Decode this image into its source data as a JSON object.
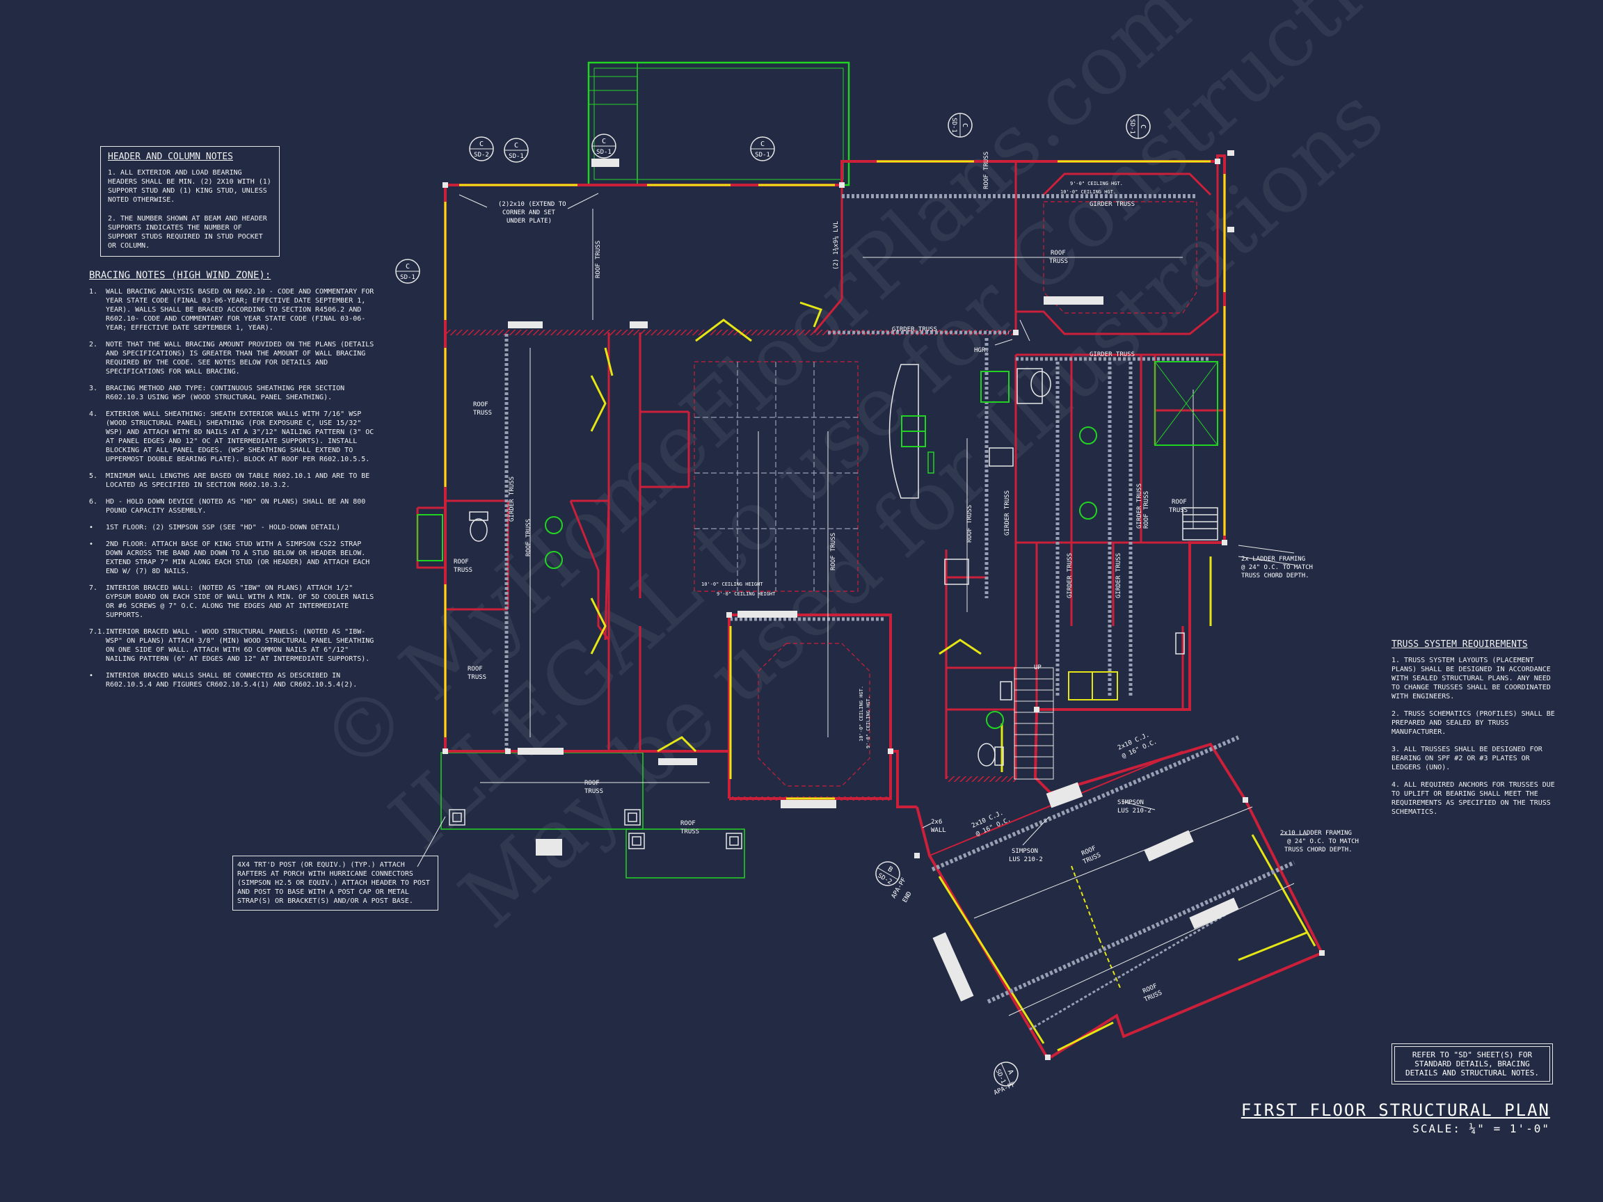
{
  "title": "FIRST FLOOR STRUCTURAL PLAN",
  "scale": "SCALE: ¼\" = 1'-0\"",
  "header_notes": {
    "heading": "HEADER AND COLUMN NOTES",
    "items": [
      "1. ALL EXTERIOR AND LOAD BEARING HEADERS SHALL BE MIN. (2) 2x10 WITH (1) SUPPORT STUD AND (1) KING STUD, UNLESS NOTED OTHERWISE.",
      "2. THE NUMBER SHOWN AT BEAM AND HEADER SUPPORTS INDICATES THE NUMBER OF SUPPORT STUDS REQUIRED IN STUD POCKET OR COLUMN."
    ]
  },
  "bracing_notes": {
    "heading": "BRACING NOTES (HIGH WIND ZONE):",
    "items": [
      {
        "n": "1.",
        "t": "WALL BRACING ANALYSIS BASED ON R602.10 - CODE AND COMMENTARY FOR YEAR STATE CODE (FINAL 03-06-YEAR; EFFECTIVE DATE SEPTEMBER 1, YEAR). WALLS SHALL BE BRACED ACCORDING TO SECTION R4506.2 AND R602.10- CODE AND COMMENTARY FOR YEAR STATE CODE (FINAL 03-06-YEAR; EFFECTIVE DATE SEPTEMBER 1, YEAR)."
      },
      {
        "n": "2.",
        "t": "NOTE THAT THE WALL BRACING AMOUNT PROVIDED ON THE PLANS (DETAILS AND SPECIFICATIONS) IS GREATER THAN THE AMOUNT OF WALL BRACING REQUIRED BY THE CODE. SEE NOTES BELOW FOR DETAILS AND SPECIFICATIONS FOR WALL BRACING."
      },
      {
        "n": "3.",
        "t": "BRACING METHOD AND TYPE: CONTINUOUS SHEATHING PER SECTION R602.10.3 USING WSP (WOOD STRUCTURAL PANEL SHEATHING)."
      },
      {
        "n": "4.",
        "t": "EXTERIOR WALL SHEATHING: SHEATH EXTERIOR WALLS WITH 7/16\" WSP (WOOD STRUCTURAL PANEL) SHEATHING (FOR EXPOSURE C, USE 15/32\" WSP) AND ATTACH WITH 8d NAILS AT A 3\"/12\" NAILING PATTERN (3\" OC AT PANEL EDGES AND 12\" OC AT INTERMEDIATE SUPPORTS). INSTALL BLOCKING AT ALL PANEL EDGES. (WSP SHEATHING SHALL EXTEND TO UPPERMOST DOUBLE BEARING PLATE). BLOCK AT ROOF PER R602.10.5.5."
      },
      {
        "n": "5.",
        "t": "MINIMUM WALL LENGTHS ARE BASED ON TABLE R602.10.1 AND ARE TO BE LOCATED AS SPECIFIED IN SECTION R602.10.3.2."
      },
      {
        "n": "6.",
        "t": "HD - HOLD DOWN DEVICE (NOTED AS \"HD\" ON PLANS) SHALL BE AN 800 POUND CAPACITY ASSEMBLY."
      },
      {
        "n": "•",
        "t": "1ST FLOOR: (2) SIMPSON SSP (SEE \"HD\" - HOLD-DOWN DETAIL)"
      },
      {
        "n": "•",
        "t": "2ND FLOOR: ATTACH BASE OF KING STUD WITH A SIMPSON CS22 STRAP DOWN ACROSS THE BAND AND DOWN TO A STUD BELOW OR HEADER BELOW. EXTEND STRAP 7\" MIN ALONG EACH STUD (OR HEADER) AND ATTACH EACH END W/ (7) 8d NAILS."
      },
      {
        "n": "7.",
        "t": "INTERIOR BRACED WALL: (NOTED AS \"IBW\" ON PLANS) ATTACH 1/2\" GYPSUM BOARD ON EACH SIDE OF WALL WITH A MIN. OF 5d COOLER NAILS OR #6 SCREWS @ 7\" O.C. ALONG THE EDGES AND AT INTERMEDIATE SUPPORTS."
      },
      {
        "n": "7.1.",
        "t": "INTERIOR BRACED WALL - WOOD STRUCTURAL PANELS: (NOTED AS \"IBW-WSP\" ON PLANS) ATTACH 3/8\" (MIN) WOOD STRUCTURAL PANEL SHEATHING ON ONE SIDE OF WALL. ATTACH WITH 6d COMMON NAILS AT 6\"/12\" NAILING PATTERN (6\" AT EDGES AND 12\" AT INTERMEDIATE SUPPORTS)."
      },
      {
        "n": "•",
        "t": "INTERIOR BRACED WALLS SHALL BE CONNECTED AS DESCRIBED IN R602.10.5.4 AND FIGURES CR602.10.5.4(1) AND CR602.10.5.4(2)."
      }
    ]
  },
  "post_note": "4X4 TRT'D POST (OR EQUIV.) (TYP.) ATTACH RAFTERS AT PORCH WITH HURRICANE CONNECTORS (SIMPSON H2.5 OR EQUIV.) ATTACH HEADER TO POST AND POST TO BASE WITH A POST CAP OR METAL STRAP(S) OR BRACKET(S) AND/OR A POST BASE.",
  "truss_requirements": {
    "heading": "TRUSS SYSTEM REQUIREMENTS",
    "items": [
      "1. TRUSS SYSTEM LAYOUTS (PLACEMENT PLANS) SHALL BE DESIGNED IN ACCORDANCE WITH SEALED STRUCTURAL PLANS. ANY NEED TO CHANGE TRUSSES SHALL BE COORDINATED WITH ENGINEERS.",
      "2. TRUSS SCHEMATICS (PROFILES) SHALL BE PREPARED AND SEALED BY TRUSS MANUFACTURER.",
      "3. ALL TRUSSES SHALL BE DESIGNED FOR BEARING ON SPF #2 OR #3 PLATES OR LEDGERS (UNO).",
      "4. ALL REQUIRED ANCHORS FOR TRUSSES DUE TO UPLIFT OR BEARING SHALL MEET THE REQUIREMENTS AS SPECIFIED ON THE TRUSS SCHEMATICS."
    ]
  },
  "ref_note": "REFER TO \"SD\" SHEET(S) FOR STANDARD DETAILS, BRACING DETAILS AND STRUCTURAL NOTES.",
  "plan_labels": {
    "roof_truss": "ROOF TRUSS",
    "roof": "ROOF",
    "truss": "TRUSS",
    "girder_truss": "GIRDER TRUSS",
    "hgr": "HGR.",
    "header_2x10_line1": "(2)2x10 (EXTEND TO",
    "header_2x10_line2": "CORNER AND SET",
    "header_2x10_line3": "UNDER PLATE)",
    "lvl": "(2) 1¾x9¼ LVL",
    "ceiling_10": "10'-0\" CEILING HEIGHT",
    "ceiling_9": "9'-0\" CEILING HEIGHT",
    "ceiling_9_hgt": "9'-0\" CEILING HGT.",
    "ceiling_10_hgt": "10'-0\" CEILING HGT.",
    "ladder_24_line1": "2x LADDER FRAMING",
    "ladder_24_line2": "@ 24\" O.C. TO MATCH",
    "ladder_24_line3": "TRUSS CHORD DEPTH.",
    "ladder_2x10_line1": "2x10 LADDER FRAMING",
    "ladder_2x10_line2": "@ 24\" O.C. TO MATCH",
    "ladder_2x10_line3": "TRUSS CHORD DEPTH.",
    "joist_2x10": "2x10 C.J.",
    "joist_spacing": "@ 16\" O.C.",
    "simpson": "SIMPSON",
    "lus": "LUS 210-2",
    "wall_2x6_line1": "2x6",
    "wall_2x6_line2": "WALL",
    "apa_pf": "APA-PF",
    "end": "END",
    "up": "UP"
  },
  "section_tags": [
    {
      "top": "C",
      "bottom": "SD-2"
    },
    {
      "top": "C",
      "bottom": "SD-1"
    },
    {
      "top": "C",
      "bottom": "SD-1"
    },
    {
      "top": "C",
      "bottom": "SD-1"
    },
    {
      "top": "C",
      "bottom": "SD-1"
    },
    {
      "top": "C",
      "bottom": "SD-1"
    },
    {
      "top": "C",
      "bottom": "SD-1"
    },
    {
      "top": "B",
      "bottom": "SD-2"
    },
    {
      "top": "A",
      "bottom": "SD-1"
    }
  ],
  "watermark": {
    "line1": "© MyHomeFloorPlans.com",
    "line2": "ILLEGAL to use for Construction",
    "line3": "May be used for Illustrations"
  },
  "colors": {
    "background": "#222a44",
    "wall": "#cc1f3a",
    "sheathing": "#e6e614",
    "porch": "#22d422",
    "line": "#e8e8e8",
    "dim": "#9aa0b4"
  }
}
